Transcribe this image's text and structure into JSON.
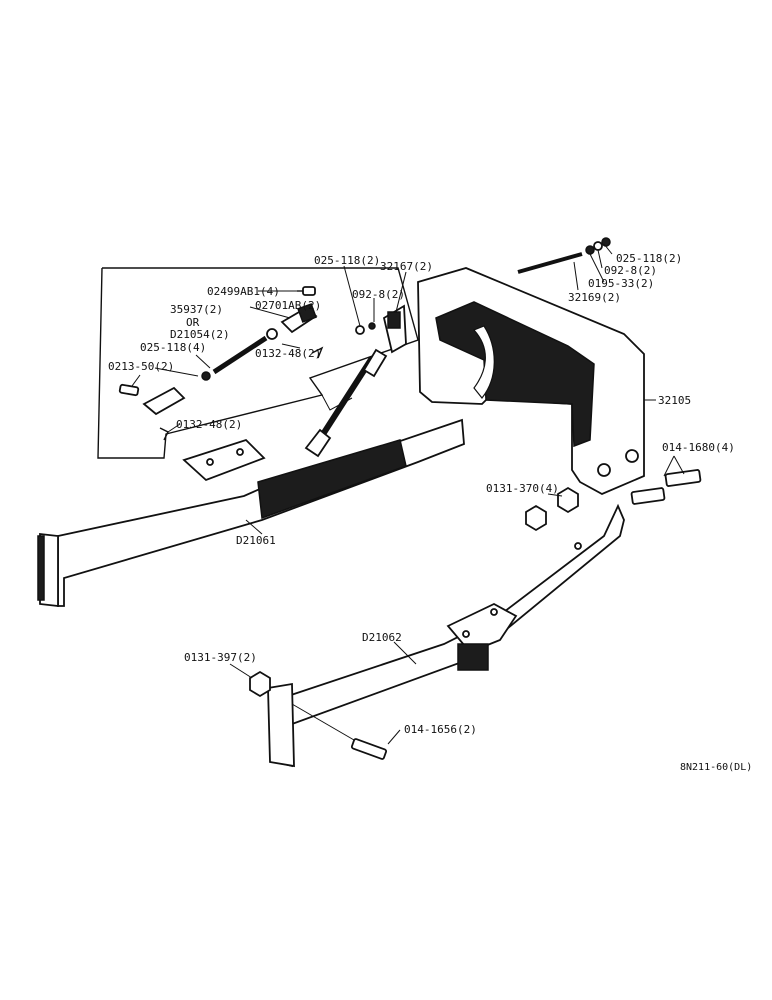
{
  "drawing_code": "8N211-60(DL)",
  "inset": {
    "labels": {
      "bolt_02499": "02499AB1(4)",
      "clevis_02701": "02701AB(2)",
      "rod_35937": "35937(2)",
      "or_text": "OR",
      "rod_d21054": "D21054(2)",
      "nut_025_inset": "025-118(4)",
      "pin_0132_upper": "0132-48(2)",
      "clevis_0213": "0213-50(2)",
      "pin_0132_lower": "0132-48(2)"
    }
  },
  "labels": {
    "nut_025_top": "025-118(2)",
    "washer_092_left": "092-8(2)",
    "bracket_32167": "32167(2)",
    "nut_025_right": "025-118(2)",
    "washer_092_right": "092-8(2)",
    "washer_0195": "0195-33(2)",
    "rod_32169": "32169(2)",
    "weight_32105": "32105",
    "bolt_014_1680": "014-1680(4)",
    "nut_0131_370": "0131-370(4)",
    "bar_d21061": "D21061",
    "bar_d21062": "D21062",
    "nut_0131_397": "0131-397(2)",
    "bolt_014_1656": "014-1656(2)"
  }
}
